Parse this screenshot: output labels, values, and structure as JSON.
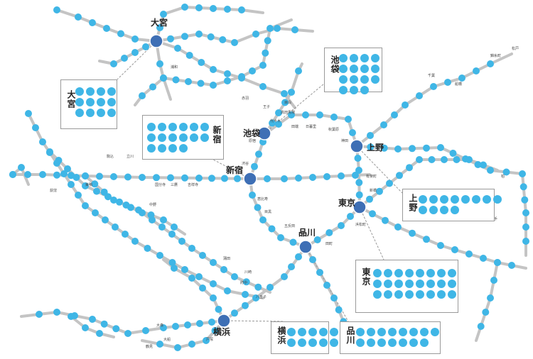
{
  "colors": {
    "station": "#3fb6e6",
    "hub": "#3e6fb5",
    "line": "#c4c4c4",
    "connector": "#999999"
  },
  "hubs": {
    "omiya": {
      "label": "大宮"
    },
    "ikebukuro": {
      "label": "池袋"
    },
    "shinjuku": {
      "label": "新宿"
    },
    "ueno": {
      "label": "上野"
    },
    "tokyo": {
      "label": "東京"
    },
    "shinagawa": {
      "label": "品川"
    },
    "yokohama": {
      "label": "横浜"
    }
  },
  "panels": {
    "omiya": {
      "title": "大宮",
      "dot_count": 12
    },
    "ikebukuro": {
      "title": "池袋",
      "dot_count": 15
    },
    "shinjuku": {
      "title": "新宿",
      "dot_count": 16
    },
    "ueno": {
      "title": "上野",
      "dot_count": 12
    },
    "tokyo": {
      "title": "東京",
      "dot_count": 24
    },
    "shinagawa": {
      "title": "品川",
      "dot_count": 15
    },
    "yokohama": {
      "title": "横浜",
      "dot_count": 10
    }
  },
  "station_labels": [
    "浦和",
    "赤羽",
    "王子",
    "田端",
    "日暮里",
    "秋葉原",
    "神田",
    "有楽町",
    "新橋",
    "浜松町",
    "田町",
    "大崎",
    "五反田",
    "目黒",
    "恵比寿",
    "渋谷",
    "原宿",
    "代々木",
    "高田馬場",
    "目白",
    "巣鴨",
    "駒込",
    "立川",
    "国分寺",
    "三鷹",
    "吉祥寺",
    "荻窪",
    "中野",
    "八王子",
    "府中",
    "川崎",
    "蒲田",
    "大森",
    "鶴見",
    "戸塚",
    "大船",
    "千葉",
    "船橋",
    "錦糸町",
    "松戸",
    "柏",
    "取手"
  ]
}
